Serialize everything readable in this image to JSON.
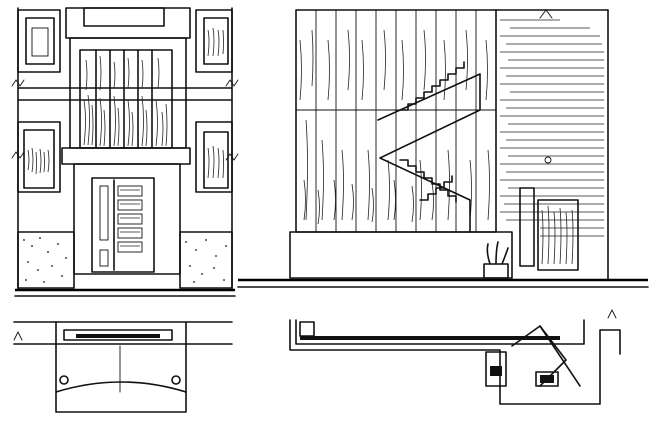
{
  "drawing": {
    "views": [
      {
        "id": "left-elevation",
        "kind": "elevation"
      },
      {
        "id": "right-elevation",
        "kind": "elevation"
      },
      {
        "id": "left-plan",
        "kind": "plan"
      },
      {
        "id": "right-plan",
        "kind": "plan"
      }
    ],
    "ink_color": "#111111",
    "paper_color": "#ffffff"
  }
}
